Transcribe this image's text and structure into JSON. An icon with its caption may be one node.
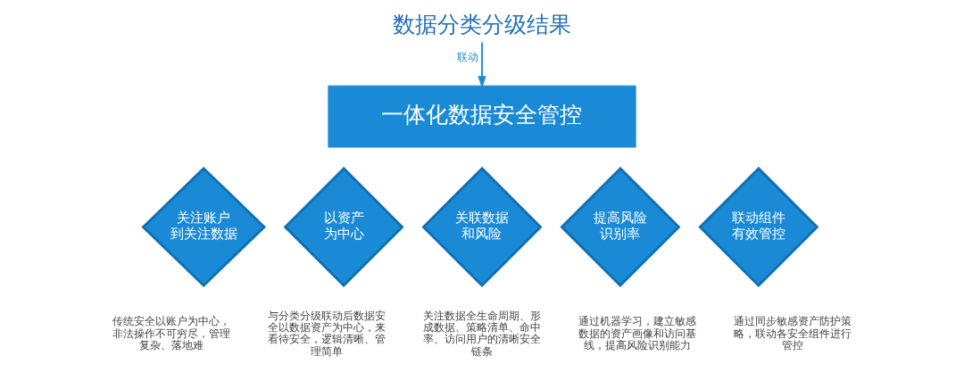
{
  "diagram": {
    "nodes": [
      {
        "text": [
          "数据分类分级结果"
        ]
      },
      {
        "text": [
          "一体化数据安全管控"
        ]
      },
      {
        "text": [
          "关注账户到关注数据"
        ],
        "beside": [
          "传统安全以账户为中心，非法操作不可穷尽，管理复杂、落地难"
        ]
      },
      {
        "text": [
          "以资产为中心"
        ],
        "beside": [
          "与分类分级联动后数据安全以数据资产为中心，来看待安全，逻辑清晰、管理简单"
        ]
      },
      {
        "text": [
          "关联数据和风险"
        ],
        "beside": [
          "关注数据全生命周期、形成数据、策略清单、命中率、访问用户的清晰安全链条"
        ]
      },
      {
        "text": [
          "提高风险识别率"
        ],
        "beside": [
          "通过机器学习，建立敏感数据的资产画像和访问基线，提高风险识别能力"
        ]
      },
      {
        "text": [
          "联动组件有效管控"
        ],
        "beside": [
          "通过同步敏感资产防护策略，联动各安全组件进行管控"
        ]
      }
    ],
    "edges": [
      {
        "from": 0,
        "to": 1,
        "arrow": "to",
        "label": "联动"
      }
    ]
  }
}
